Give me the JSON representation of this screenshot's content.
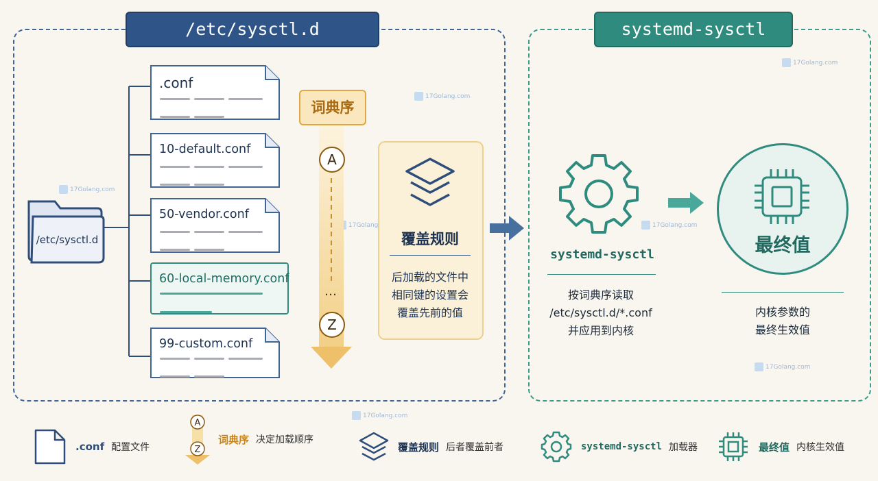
{
  "left_title": "/etc/sysctl.d",
  "right_title": "systemd-sysctl",
  "folder_label": "/etc/sysctl.d",
  "files": [
    ".conf",
    "10-default.conf",
    "50-vendor.conf",
    "60-local-memory.conf",
    "99-custom.conf"
  ],
  "order": {
    "label": "词典序",
    "start": "A",
    "dots": "…",
    "end": "Z"
  },
  "rule": {
    "title": "覆盖规则",
    "desc": [
      "后加载的文件中",
      "相同键的设置会",
      "覆盖先前的值"
    ]
  },
  "loader": {
    "name": "systemd-sysctl",
    "desc": [
      "按词典序读取",
      "/etc/sysctl.d/*.conf",
      "并应用到内核"
    ]
  },
  "final": {
    "label": "最终值",
    "desc": [
      "内核参数的",
      "最终生效值"
    ]
  },
  "legend": [
    {
      "key": ".conf",
      "text": "配置文件",
      "icon": "file-icon"
    },
    {
      "key": "词典序",
      "text": "决定加载顺序",
      "icon": "az-order-icon"
    },
    {
      "key": "覆盖规则",
      "text": "后者覆盖前者",
      "icon": "layers-icon"
    },
    {
      "key": "systemd-sysctl",
      "text": "加载器",
      "icon": "gear-icon"
    },
    {
      "key": "最终值",
      "text": "内核生效值",
      "icon": "chip-icon"
    }
  ],
  "watermark": "17Golang.com",
  "colors": {
    "navy": "#2f5487",
    "teal": "#2f8b7e",
    "gold": "#d9962a",
    "cream": "#fbf1d8"
  }
}
